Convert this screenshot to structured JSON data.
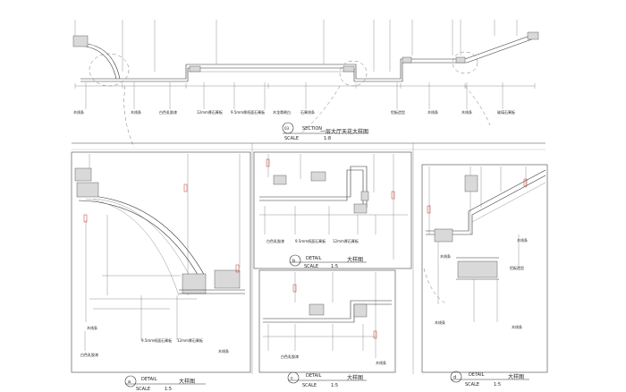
{
  "section": {
    "number": "03",
    "label": "SECTION",
    "scale_prefix": "SCALE",
    "scale": "1:8",
    "title": "一层大厅天花大样图",
    "notes": [
      "木线条",
      "木线条",
      "白色乳胶漆",
      "12mm厚石膏板",
      "9.5mm厚纸面石膏板",
      "木龙骨刷白",
      "石膏线条",
      "铝板造型",
      "木线条",
      "木线条",
      "玻璃石膏板"
    ]
  },
  "details": {
    "a": {
      "letter": "a",
      "label": "DETAIL",
      "scale_prefix": "SCALE",
      "scale": "1:5",
      "title": "大样图",
      "notes": [
        "木线条",
        "白色乳胶漆",
        "9.5mm纸面石膏板",
        "12mm厚石膏板",
        "木线条"
      ]
    },
    "b": {
      "letter": "b",
      "label": "DETAIL",
      "scale_prefix": "SCALE",
      "scale": "1:5",
      "title": "大样图",
      "notes": [
        "白色乳胶漆",
        "9.5mm纸面石膏板",
        "12mm厚石膏板"
      ]
    },
    "c": {
      "letter": "c",
      "label": "DETAIL",
      "scale_prefix": "SCALE",
      "scale": "1:5",
      "title": "大样图",
      "notes": [
        "白色乳胶漆",
        "木线条"
      ]
    },
    "d": {
      "letter": "d",
      "label": "DETAIL",
      "scale_prefix": "SCALE",
      "scale": "1:5",
      "title": "大样图",
      "notes": [
        "木线条",
        "木线条",
        "铝板造型",
        "木线条",
        "木线条"
      ]
    }
  }
}
